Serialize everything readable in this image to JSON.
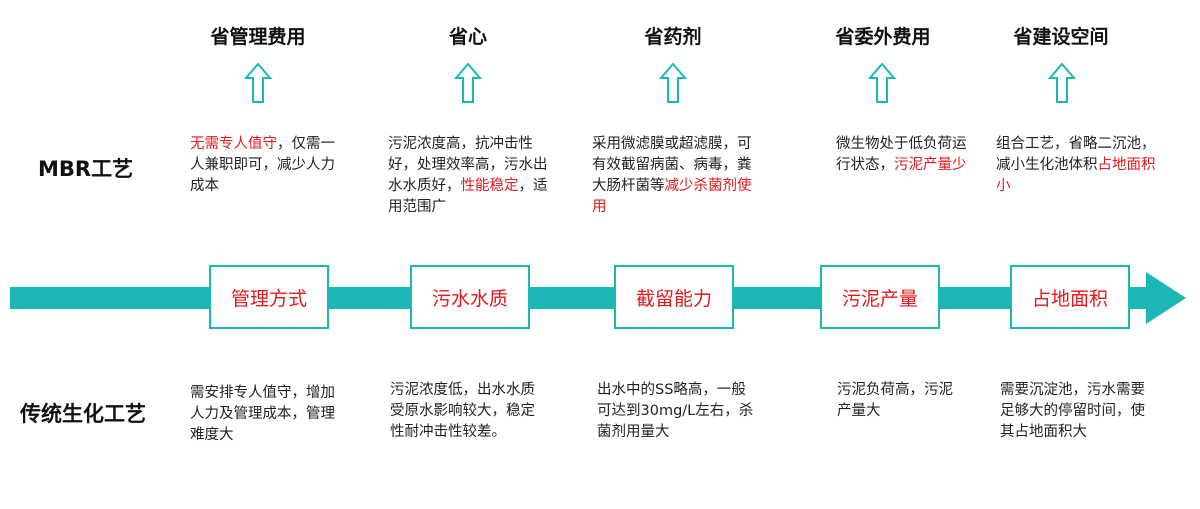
{
  "benefits": [
    "省管理费用",
    "省心",
    "省药剂",
    "省委外费用",
    "省建设空间"
  ],
  "rows": {
    "mbr_label": "MBR工艺",
    "traditional_label": "传统生化工艺"
  },
  "nodes": [
    "管理方式",
    "污水水质",
    "截留能力",
    "污泥产量",
    "占地面积"
  ],
  "mbr": [
    {
      "h1": "无需专人值守",
      "t1": "，仅需一人兼职即可，减少人力成本"
    },
    {
      "t1": "污泥浓度高，抗冲击性好，处理效率高，污水出水水质好，",
      "h1": "性能稳定",
      "t2": "，适用范围广"
    },
    {
      "t1": "采用微滤膜或超滤膜，可有效截留病菌、病毒，粪大肠杆菌等",
      "h1": "减少杀菌剂使用"
    },
    {
      "t1": "微生物处于低负荷运行状态，",
      "h1": "污泥产量少"
    },
    {
      "t1": "组合工艺，省略二沉池，减小生化池体积",
      "h1": "占地面积小"
    }
  ],
  "traditional": [
    "需安排专人值守，增加人力及管理成本，管理难度大",
    "污泥浓度低，出水水质受原水影响较大，稳定性耐冲击性较差。",
    "出水中的SS略高，一般可达到30mg/L左右，杀菌剂用量大",
    "污泥负荷高，污泥产量大",
    "需要沉淀池，污水需要足够大的停留时间，使其占地面积大"
  ],
  "colors": {
    "accent": "#1cb7b4",
    "highlight": "#e3191b"
  }
}
